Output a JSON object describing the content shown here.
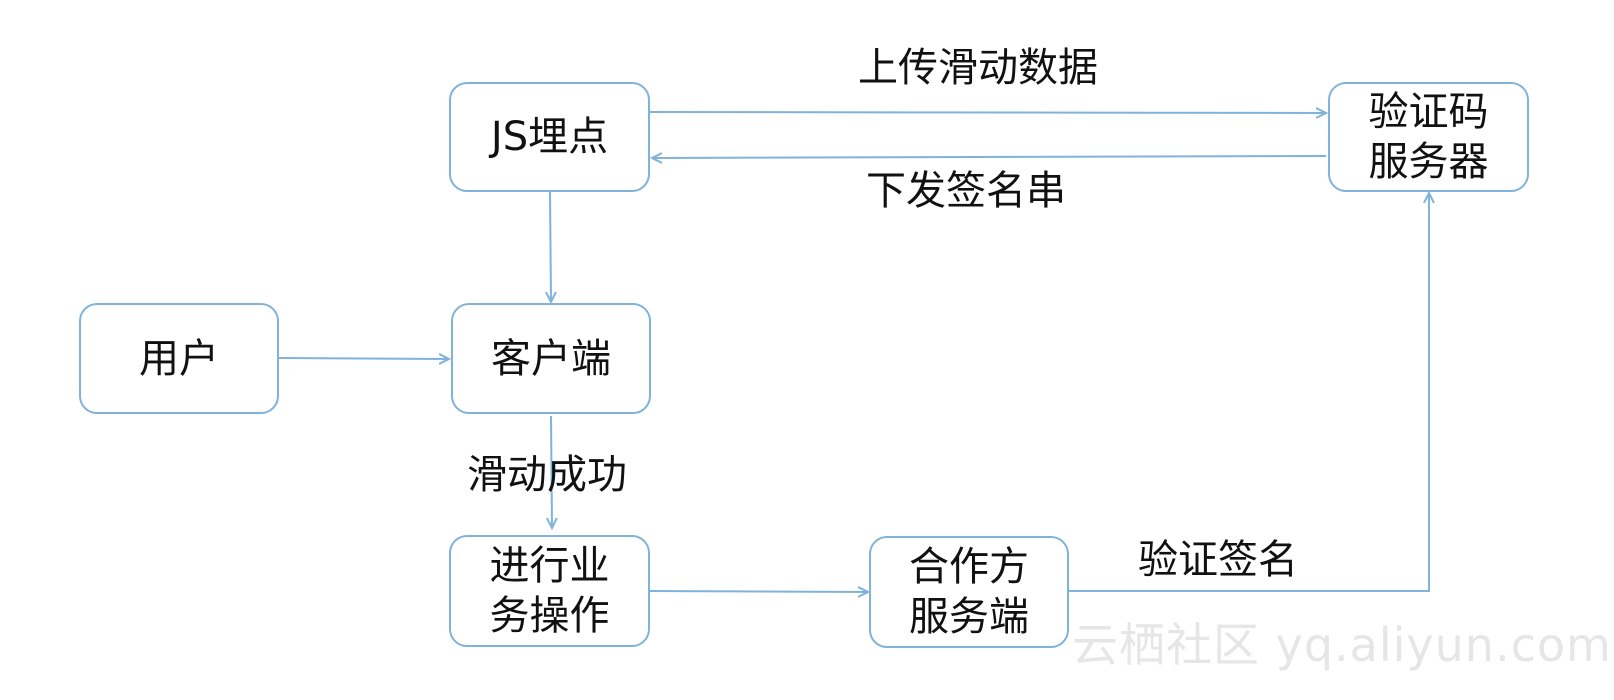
{
  "nodes": {
    "js_tracking": {
      "lines": [
        "JS埋点"
      ]
    },
    "captcha_server": {
      "lines": [
        "验证码",
        "服务器"
      ]
    },
    "user": {
      "lines": [
        "用户"
      ]
    },
    "client": {
      "lines": [
        "客户端"
      ]
    },
    "business_op": {
      "lines": [
        "进行业",
        "务操作"
      ]
    },
    "partner_server": {
      "lines": [
        "合作方",
        "服务端"
      ]
    }
  },
  "edges": {
    "upload": "上传滑动数据",
    "issue_signature": "下发签名串",
    "slide_success": "滑动成功",
    "verify_signature": "验证签名"
  },
  "colors": {
    "stroke": "#7fb3dc",
    "text": "#111111",
    "watermark": "#e6e6e6"
  },
  "watermark": "云栖社区 yq.aliyun.com"
}
